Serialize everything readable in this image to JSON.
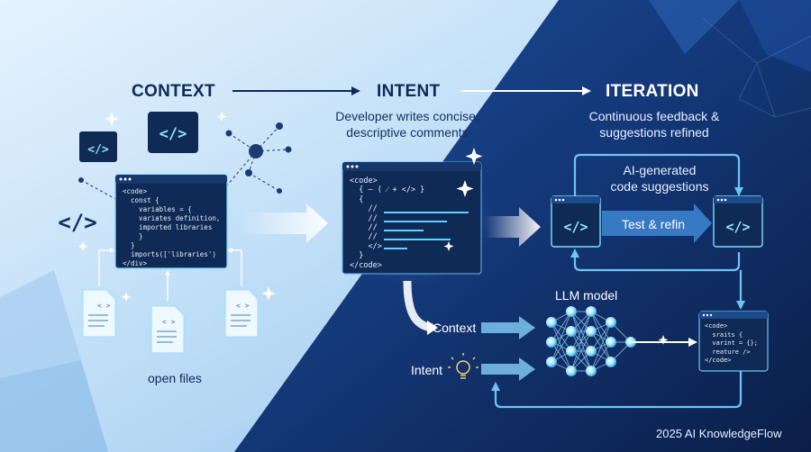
{
  "stages": {
    "context": {
      "title": "CONTEXT"
    },
    "intent": {
      "title": "INTENT",
      "description_line1": "Developer writes concise,",
      "description_line2": "descriptive comments"
    },
    "iteration": {
      "title": "ITERATION",
      "description_line1": "Continuous feedback &",
      "description_line2": "suggestions refined"
    }
  },
  "context_panel": {
    "code_lines": [
      "<code>",
      "  const {",
      "    variables = {",
      "    variates definition,",
      "    imported libraries",
      "    }",
      "  }",
      "  imports(['libraries')",
      "</div>"
    ],
    "files_label": "open files"
  },
  "intent_panel": {
    "code_lines": [
      "<code>",
      "  { — ( ⁄ + </> }",
      "  {",
      "    //",
      "    //",
      "    //",
      "    //",
      "    </>",
      "  }",
      "</code>"
    ]
  },
  "iteration_panel": {
    "loop_label_line1": "AI-generated",
    "loop_label_line2": "code suggestions",
    "test_label": "Test & refin"
  },
  "llm": {
    "title": "LLM model",
    "input_context": "Context",
    "input_intent": "Intent",
    "output_code": [
      "<code>",
      "  sraits {",
      "  varint = {};",
      "  reature />",
      "</code>"
    ]
  },
  "footer": {
    "credit": "2025 AI KnowledgeFlow"
  },
  "colors": {
    "light_bg": "#cfe7fb",
    "dark_bg": "#0d2452",
    "accent": "#5fd0ff",
    "panel": "#0f2a55"
  }
}
